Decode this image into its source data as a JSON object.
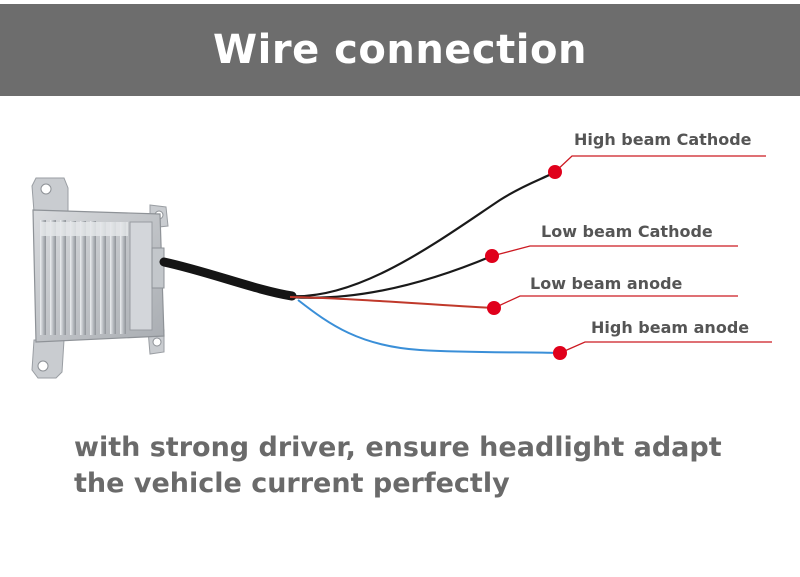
{
  "header": {
    "title": "Wire connection"
  },
  "labels": {
    "high_beam_cathode": "High beam Cathode",
    "low_beam_cathode": "Low beam Cathode",
    "low_beam_anode": "Low beam anode",
    "high_beam_anode": "High beam anode"
  },
  "caption": "with strong driver, ensure headlight adapt the vehicle current perfectly",
  "colors": {
    "header_bg": "#6d6d6d",
    "dot": "#e0001b",
    "leader": "#cc1a22",
    "wire_black": "#1a1a1a",
    "wire_red": "#c0392b",
    "wire_blue": "#3a8fd8",
    "label_text": "#555555",
    "caption_text": "#6a6a6a"
  }
}
